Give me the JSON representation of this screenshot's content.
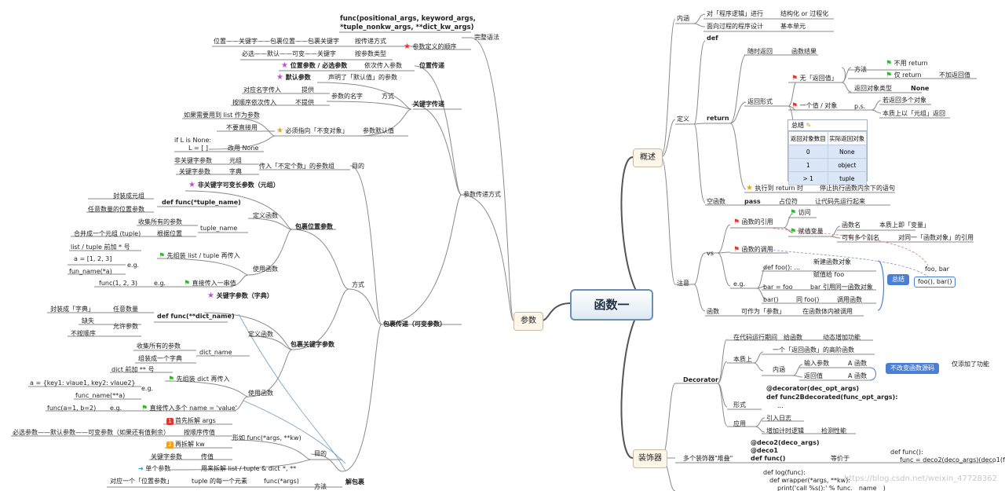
{
  "root": "函数一",
  "left": {
    "params": "参数",
    "complete_syntax": "完整语法",
    "func_sig1": "func(positional_args, keyword_args,",
    "func_sig2": "*tuple_nonkw_args, **dict_kw_args)",
    "order_row1_a": "位置——关键字——包裹位置——包裹关键字",
    "order_row1_b": "按传递方式",
    "order_row2_a": "必选——默认——可变——关键字",
    "order_row2_b": "按参数类型",
    "order_title": "参数定义的顺序",
    "pass_methods": "参数传递方式",
    "pos_pass": "位置传递",
    "pos_req": "位置参数 / 必选参数",
    "pos_req_desc": "依次传入参数",
    "kw_pass": "关键字传递",
    "default_param": "默认参数",
    "default_desc": "声明了「默认值」的参数",
    "kw_name": "参数的名字",
    "kw_way": "方式",
    "kw_r1a": "对应名字传入",
    "kw_r1b": "提供",
    "kw_r2a": "按顺序依次传入",
    "kw_r2b": "不提供",
    "default_val": "参数默认值",
    "must_immut": "必须指向「不变对象」",
    "list_need": "如果需要用到 list 作为参数",
    "no_direct": "不要直接用",
    "ifnone1": "if L is None:",
    "ifnone2": "L = [ ]",
    "use_none": "改用 None",
    "nonkw_param": "非关键字参数",
    "tuple": "元组",
    "kw_param": "关键字参数",
    "dict": "字典",
    "varargs": "传入「不定个数」的参数组",
    "purpose": "目的",
    "pack_pass": "包裹传递（可变参数）",
    "nonkw_var": "非关键字可变长参数（元组）",
    "pack_tuple": "封装成元组",
    "any_pos": "任意数量的位置参数",
    "def_tuple": "def func(*tuple_name)",
    "define_func": "定义函数",
    "collect_all": "收集所有的参数",
    "tuple_name": "tuple_name",
    "merge_tuple": "合并成一个元组 (tuple)",
    "by_pos": "根据位置",
    "pack_pos": "包裹位置参数",
    "list_star": "list / tuple 前加 * 号",
    "a_list": "a = [1, 2, 3]",
    "eg": "e.g.",
    "unpack_first": "先组装 list / tuple 再传入",
    "fun_name_a": "fun_name(*a)",
    "use_func": "使用函数",
    "func123": "func(1, 2, 3)",
    "direct_in": "直接传入一串值",
    "way": "方式",
    "kw_var": "关键字参数（字典）",
    "pack_dict": "封装成「字典」",
    "any_num": "任意数量",
    "def_dict": "def func(**dict_name)",
    "missing": "缺失",
    "allow_params": "允许参数",
    "unordered": "不按顺序",
    "collect_all2": "收集所有的参数",
    "dict_name": "dict_name",
    "build_dict": "组装成一个字典",
    "pack_kw": "包裹关键字参数",
    "dict_star": "dict 前加 ** 号",
    "a_dict": "a = {key1: vlaue1, key2: vlaue2}",
    "unpack_dict": "先组装 dict 再传入",
    "func_name_a": "func_name(**a)",
    "func_ab": "func(a=1, b=2)",
    "direct_kv": "直接传入多个 name = 'value'",
    "first_unpack": "首先拆解 args",
    "order_full": "必选参数——默认参数——可变参数（如果还有值剩余）",
    "by_order": "按顺序传值",
    "form_kw": "形如 func(*args, **kw)",
    "then_kw": "再拆解 kw",
    "kw_param2": "关键字参数",
    "pass_val": "传值",
    "purpose2": "目的",
    "single_param": "单个参数",
    "split_list": "用来拆解 list / tuple & dict",
    "stars": "*, **",
    "unpack": "解包裹",
    "one_pos": "对应一个「位置参数」",
    "each_tuple": "tuple 的每一个元素",
    "func_args": "func(*args)",
    "way2": "方法"
  },
  "right": {
    "overview": "概述",
    "content": "内涵",
    "proc_logic": "对「程序逻辑」进行",
    "structured": "结构化 or 过程化",
    "proc_design": "面向过程的程序设计",
    "basic_unit": "基本单元",
    "definition": "定义",
    "def": "def",
    "return": "return",
    "return_anytime": "随时返回",
    "func_result": "函数结果",
    "method": "方法",
    "no_return": "不用 return",
    "only_return": "仅 return",
    "no_ret_val": "无「返回值」",
    "no_ret_label": "不加返回值",
    "ret_type": "返回对象类型",
    "none": "None",
    "ret_form": "返回形式",
    "one_val": "一个值 / 对象",
    "ps": "p.s.",
    "multi_ret": "若返回多个对象",
    "tuple_ret": "本质上以「元组」返回",
    "summary": "总结",
    "tbl_h1": "返回对象数目",
    "tbl_h2": "实际返回对象",
    "tbl_rows": [
      [
        "0",
        "None"
      ],
      [
        "1",
        "object"
      ],
      [
        "> 1",
        "tuple"
      ]
    ],
    "exec_return": "执行到 return 时",
    "stop_exec": "停止执行函数内余下的语句",
    "empty_func": "空函数",
    "pass": "pass",
    "placeholder": "占位符",
    "let_run": "让代码先运行起来",
    "notice": "注意",
    "func_ref": "函数的引用",
    "access": "访问",
    "assign_var": "赋值变量",
    "func_name": "函数名",
    "is_var": "本质上即「变量」",
    "multi_alias": "可有多个别名",
    "same_obj": "对同一「函数对象」的引用",
    "vs": "vs",
    "func_call": "函数的调用",
    "new_obj": "新建函数对象",
    "def_foo": "def foo(): ...",
    "assign_foo": "赋值给 foo",
    "bar_foo": "bar = foo",
    "bar_ref": "bar 引用同一函数对象",
    "bar_call": "bar()",
    "same_foo": "同 foo()",
    "call_func": "调用函数",
    "eg": "e.g.",
    "summary_tag": "总结",
    "foo_bar": "foo, bar",
    "foo_bar_call": "foo(), bar()",
    "function": "函数",
    "as_param": "可作为「参数」",
    "called_in": "在函数体内被调用",
    "decorators": "装饰器",
    "decorator": "Decorator",
    "during_run": "在代码运行期间",
    "to_func": "给函数",
    "add_dynamic": "动态增加功能",
    "essence": "本质上",
    "higher_order": "一个「返回函数」的高阶函数",
    "meaning": "内涵",
    "input_param": "输入参数",
    "a_func": "A 函数",
    "ret_val": "返回值",
    "a_func2": "A 函数",
    "no_change_tag": "不改变函数源码",
    "only_add": "仅添加了功能",
    "form": "形式",
    "dec1": "@decorator(dec_opt_args)",
    "dec2": "def func2Bdecorated(func_opt_args):",
    "ellipsis": "...",
    "apply": "应用",
    "add_log": "引入日志",
    "add_timing": "增加计时逻辑",
    "perf": "检测性能",
    "multi_dec": "多个装饰器\"堆叠\"",
    "deco2": "@deco2(deco_args)",
    "deco1": "@deco1",
    "def_func": "def func()",
    "equiv": "等价于",
    "eq1": "def func():",
    "eq2": "func = deco2(deco_args)(deco1(func()))",
    "log1": "def log(func):",
    "log2": "def wrapper(*args, **kw):",
    "log3": "print('call %s():' % func.__name__)"
  },
  "watermark": "https://blog.csdn.net/weixin_47728362"
}
